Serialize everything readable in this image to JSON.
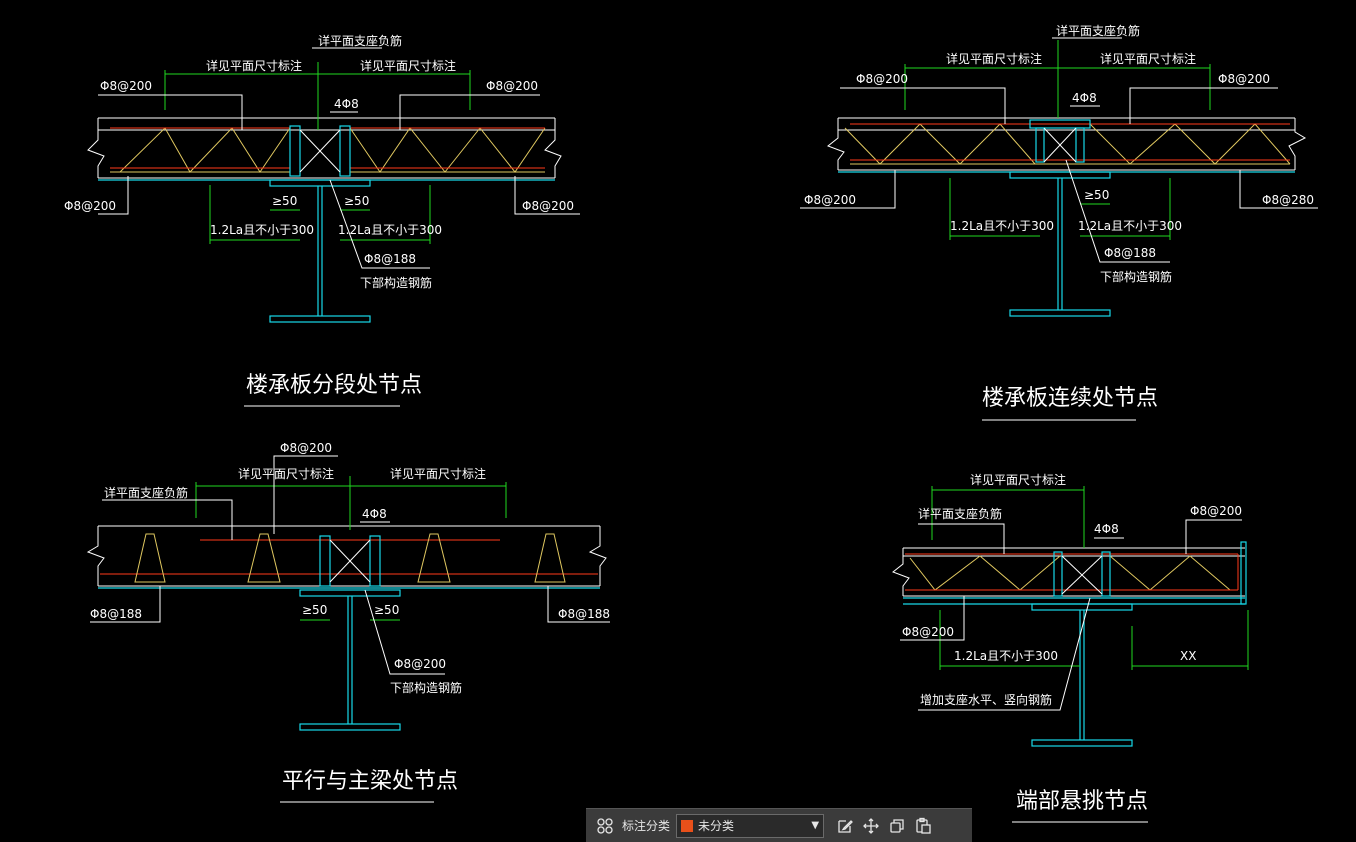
{
  "colors": {
    "dim": "#1fd91f",
    "steel": "#18d8e8",
    "rebar": "#ff3a1a",
    "truss": "#e0c860",
    "text": "#ffffff"
  },
  "detail1": {
    "title": "楼承板分段处节点",
    "top_note": "详平面支座负筋",
    "left_dim_note": "详见平面尺寸标注",
    "right_dim_note": "详见平面尺寸标注",
    "top_left_bar": "Φ8@200",
    "top_right_bar": "Φ8@200",
    "center_bars": "4Φ8",
    "bot_left_bar": "Φ8@200",
    "bot_right_bar": "Φ8@200",
    "gap_left": "≥50",
    "gap_right": "≥50",
    "lap_left": "1.2La且不小于300",
    "lap_right": "1.2La且不小于300",
    "lower_bar": "Φ8@188",
    "lower_note": "下部构造钢筋"
  },
  "detail2": {
    "title": "楼承板连续处节点",
    "top_note": "详平面支座负筋",
    "left_dim_note": "详见平面尺寸标注",
    "right_dim_note": "详见平面尺寸标注",
    "top_left_bar": "Φ8@200",
    "top_right_bar": "Φ8@200",
    "center_bars": "4Φ8",
    "bot_left_bar": "Φ8@200",
    "bot_right_bar": "Φ8@280",
    "gap": "≥50",
    "lap_left": "1.2La且不小于300",
    "lap_right": "1.2La且不小于300",
    "lower_bar": "Φ8@188",
    "lower_note": "下部构造钢筋"
  },
  "detail3": {
    "title": "平行与主梁处节点",
    "top_bar": "Φ8@200",
    "left_dim_note": "详见平面尺寸标注",
    "right_dim_note": "详见平面尺寸标注",
    "support_note": "详平面支座负筋",
    "center_bars": "4Φ8",
    "bot_left_bar": "Φ8@188",
    "bot_right_bar": "Φ8@188",
    "gap_left": "≥50",
    "gap_right": "≥50",
    "lower_bar": "Φ8@200",
    "lower_note": "下部构造钢筋"
  },
  "detail4": {
    "title": "端部悬挑节点",
    "dim_note": "详见平面尺寸标注",
    "support_note": "详平面支座负筋",
    "top_right_bar": "Φ8@200",
    "center_bars": "4Φ8",
    "bot_left_bar": "Φ8@200",
    "lap": "1.2La且不小于300",
    "overhang": "XX",
    "add_note": "增加支座水平、竖向钢筋"
  },
  "toolbar": {
    "category_label": "标注分类",
    "selected_category": "未分类",
    "selected_color": "#e8501a"
  }
}
